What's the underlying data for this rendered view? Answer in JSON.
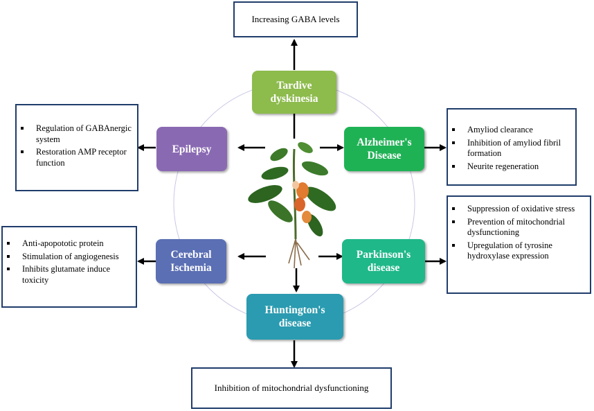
{
  "colors": {
    "tardive": "#8dbb4c",
    "alzheimer": "#1fb255",
    "parkinson": "#1fb889",
    "huntington": "#2a9bb0",
    "ischemia": "#5b6fb4",
    "epilepsy": "#8a69b3",
    "box_border": "#1f3c6b",
    "arrow": "#000000"
  },
  "center_image": "plant",
  "diseases": {
    "tardive": "Tardive\ndyskinesia",
    "alzheimer": "Alzheimer's\nDisease",
    "parkinson": "Parkinson's\ndisease",
    "huntington": "Huntington's\ndisease",
    "ischemia": "Cerebral\nIschemia",
    "epilepsy": "Epilepsy"
  },
  "effects": {
    "tardive": "Increasing  GABA levels",
    "huntington": "Inhibition  of  mitochondrial  dysfunctioning",
    "epilepsy": [
      "Regulation   of GABAnergic  system",
      "Restoration  AMP receptor  function"
    ],
    "alzheimer": [
      "Amyliod  clearance",
      "Inhibition  of  amyliod fibril  formation",
      "Neurite  regeneration"
    ],
    "parkinson": [
      "Suppression  of oxidative stress",
      "Prevention  of mitochondrial dysfunctioning",
      "Upregulation  of tyrosine hydroxylase  expression"
    ],
    "ischemia": [
      "Anti-apopototic  protein",
      "Stimulation  of angiogenesis",
      "Inhibits  glutamate induce  toxicity"
    ]
  }
}
